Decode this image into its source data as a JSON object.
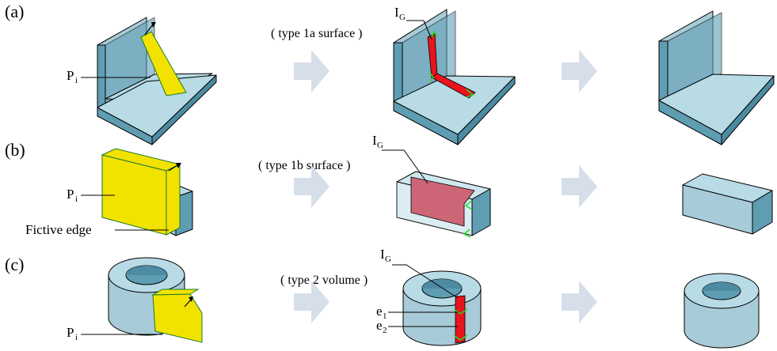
{
  "rows": [
    {
      "label": "(a)",
      "caption": "( type 1a  surface  )",
      "plane_label": "P",
      "plane_sub": "i",
      "intersection_label": "I",
      "intersection_sub": "G"
    },
    {
      "label": "(b)",
      "caption": "( type 1b surface  )",
      "plane_label": "P",
      "plane_sub": "i",
      "intersection_label": "I",
      "intersection_sub": "G",
      "extra_label": "Fictive edge"
    },
    {
      "label": "(c)",
      "caption": "( type 2 volume )",
      "plane_label": "P",
      "plane_sub": "i",
      "intersection_label": "I",
      "intersection_sub": "G",
      "edge1_label": "e",
      "edge1_sub": "1",
      "edge2_label": "e",
      "edge2_sub": "2"
    }
  ],
  "colors": {
    "solid_top": "#b8dbe6",
    "solid_front": "#a7cbd8",
    "solid_side": "#5f9db3",
    "solid_dark": "#4c8ba2",
    "plane": "#f2e200",
    "intersection": "#e8141e",
    "edge_marker": "#22dd22",
    "arrow": "#d6deea"
  }
}
